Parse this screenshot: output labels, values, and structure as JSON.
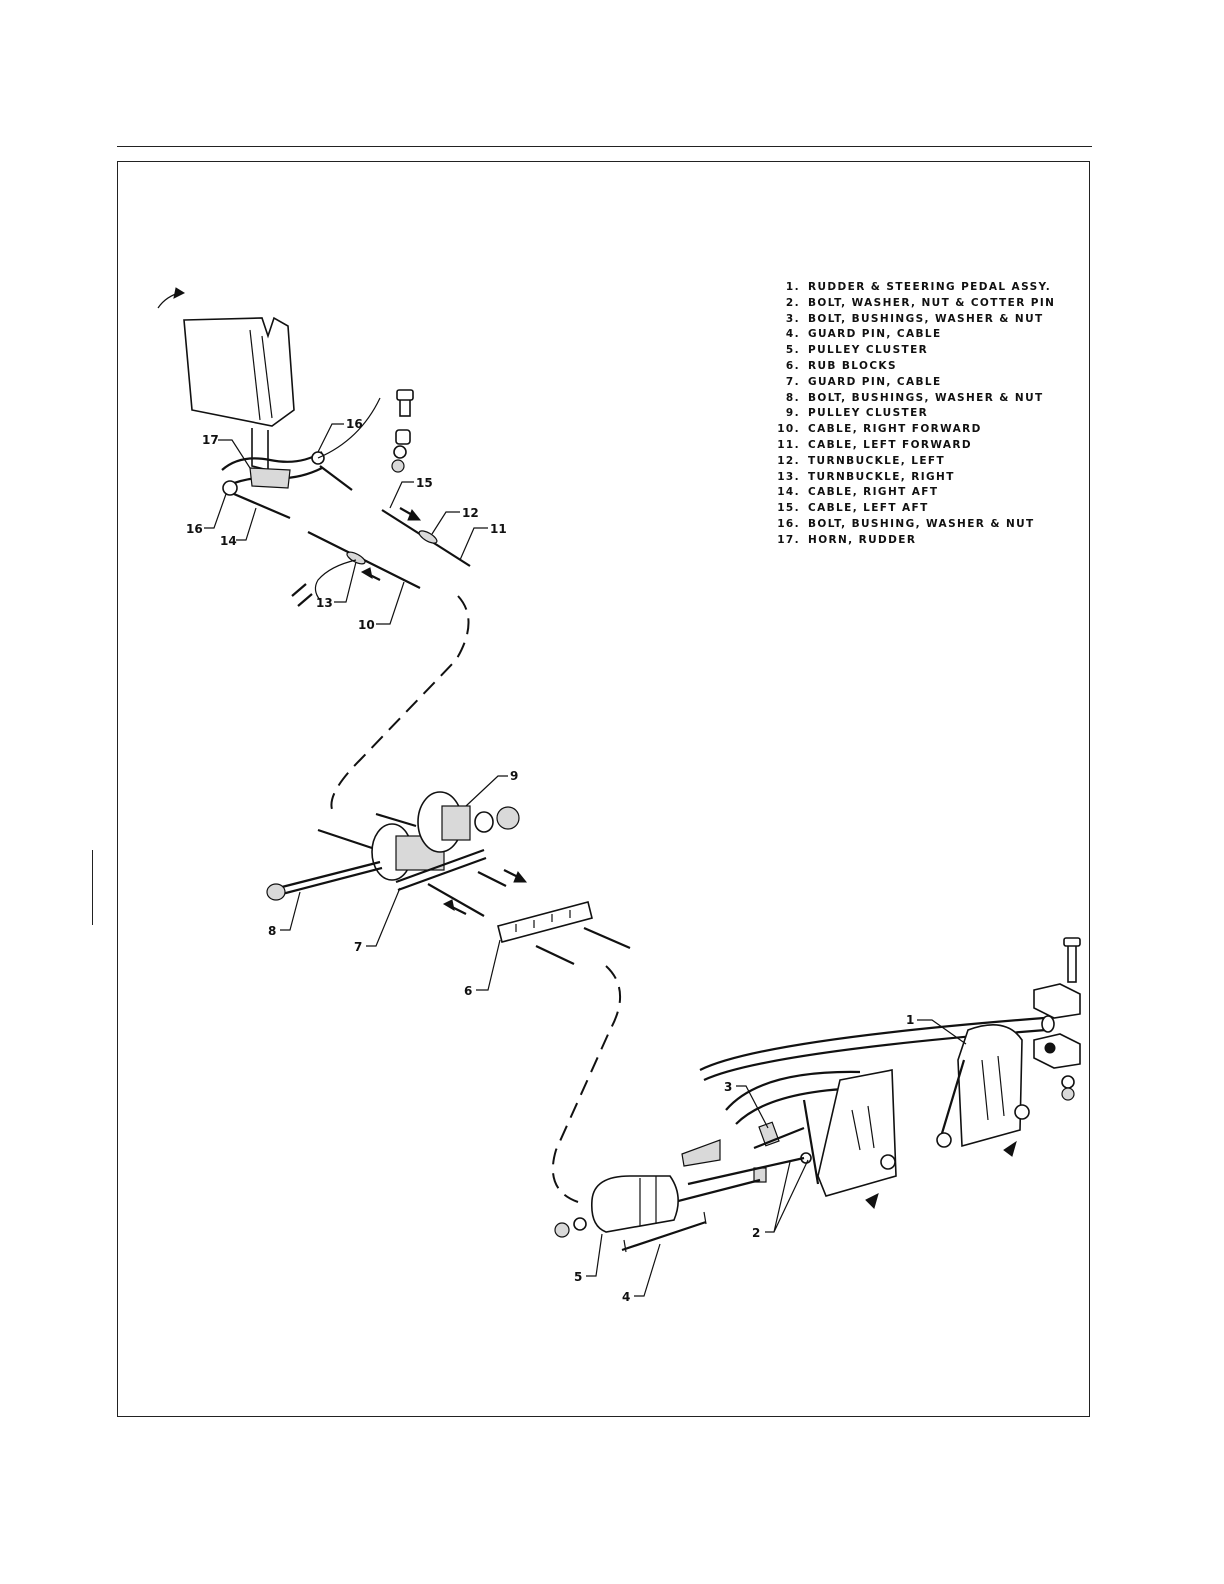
{
  "legend": [
    {
      "num": "1.",
      "label": "RUDDER & STEERING PEDAL ASSY."
    },
    {
      "num": "2.",
      "label": "BOLT, WASHER, NUT & COTTER PIN"
    },
    {
      "num": "3.",
      "label": "BOLT, BUSHINGS, WASHER & NUT"
    },
    {
      "num": "4.",
      "label": "GUARD PIN, CABLE"
    },
    {
      "num": "5.",
      "label": "PULLEY CLUSTER"
    },
    {
      "num": "6.",
      "label": "RUB BLOCKS"
    },
    {
      "num": "7.",
      "label": "GUARD PIN, CABLE"
    },
    {
      "num": "8.",
      "label": "BOLT, BUSHINGS, WASHER & NUT"
    },
    {
      "num": "9.",
      "label": "PULLEY CLUSTER"
    },
    {
      "num": "10.",
      "label": "CABLE, RIGHT FORWARD"
    },
    {
      "num": "11.",
      "label": "CABLE, LEFT FORWARD"
    },
    {
      "num": "12.",
      "label": "TURNBUCKLE, LEFT"
    },
    {
      "num": "13.",
      "label": "TURNBUCKLE, RIGHT"
    },
    {
      "num": "14.",
      "label": "CABLE, RIGHT AFT"
    },
    {
      "num": "15.",
      "label": "CABLE, LEFT AFT"
    },
    {
      "num": "16.",
      "label": "BOLT, BUSHING, WASHER & NUT"
    },
    {
      "num": "17.",
      "label": "HORN, RUDDER"
    }
  ],
  "callouts": {
    "c1": "1",
    "c2": "2",
    "c3": "3",
    "c4": "4",
    "c5": "5",
    "c6": "6",
    "c7": "7",
    "c8": "8",
    "c9": "9",
    "c10": "10",
    "c11": "11",
    "c12": "12",
    "c13": "13",
    "c14": "14",
    "c15": "15",
    "c16a": "16",
    "c16b": "16",
    "c17": "17"
  }
}
